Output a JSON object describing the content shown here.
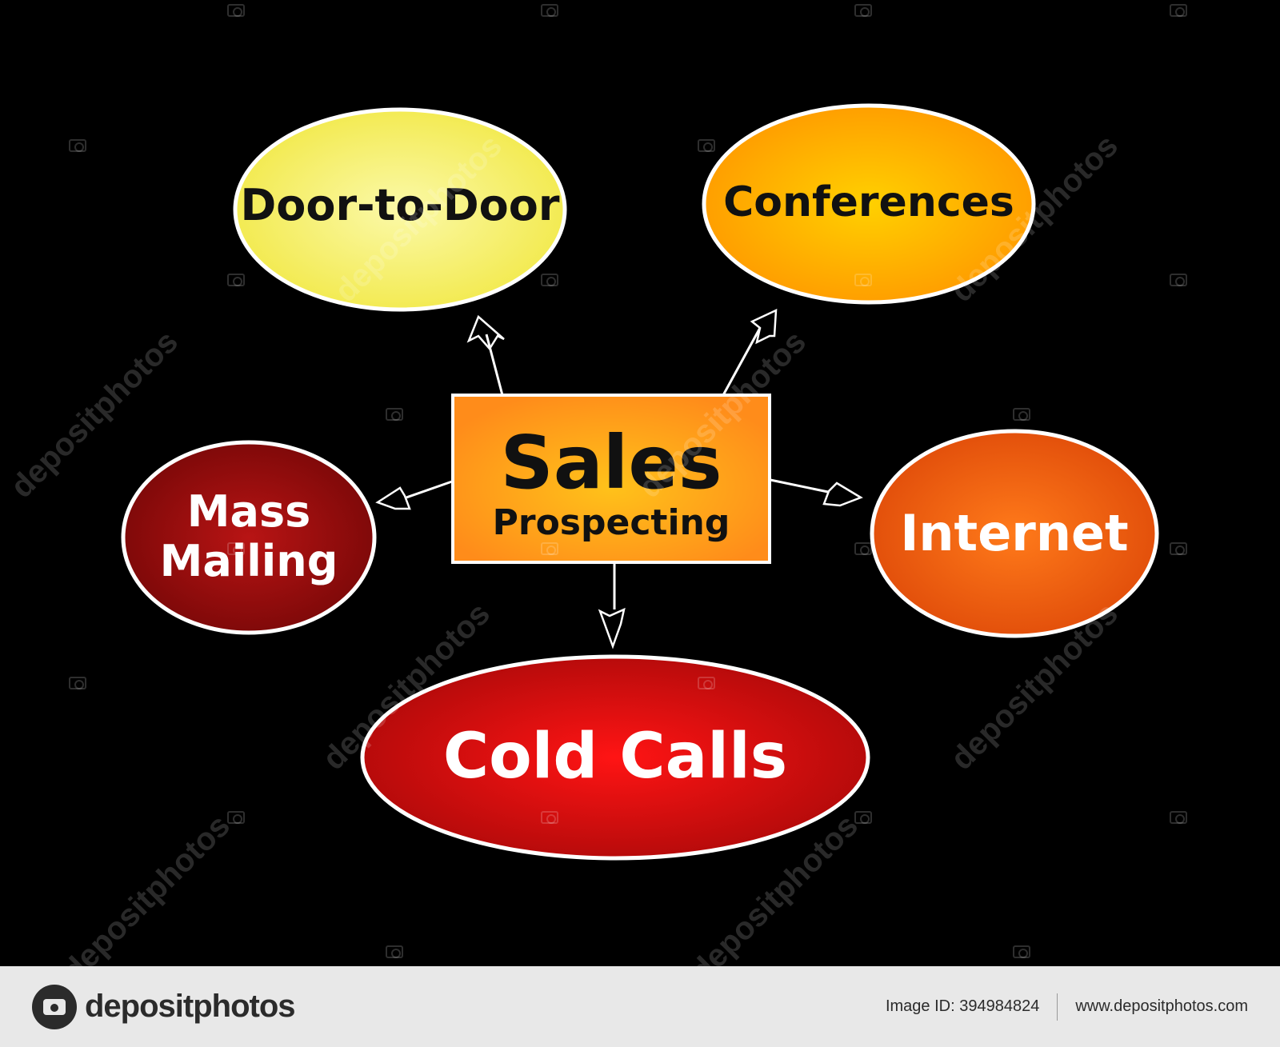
{
  "diagram": {
    "center": {
      "title": "Sales",
      "subtitle": "Prospecting"
    },
    "nodes": [
      {
        "id": "door",
        "label": "Door-to-Door",
        "fill": "#f5f07a",
        "text_color": "#111111"
      },
      {
        "id": "conf",
        "label": "Conferences",
        "fill": "#ffb300",
        "text_color": "#111111"
      },
      {
        "id": "internet",
        "label": "Internet",
        "fill": "#f06414",
        "text_color": "#ffffff"
      },
      {
        "id": "coldcalls",
        "label": "Cold Calls",
        "fill": "#e31414",
        "text_color": "#ffffff"
      },
      {
        "id": "massmailing",
        "label": [
          "Mass",
          "Mailing"
        ],
        "fill": "#a31010",
        "text_color": "#ffffff"
      }
    ],
    "center_fill": "#ffa316",
    "background": "#000000"
  },
  "watermark": {
    "text": "depositphotos"
  },
  "footer": {
    "brand": "depositphotos",
    "image_id": "Image ID: 394984824",
    "url": "www.depositphotos.com"
  }
}
